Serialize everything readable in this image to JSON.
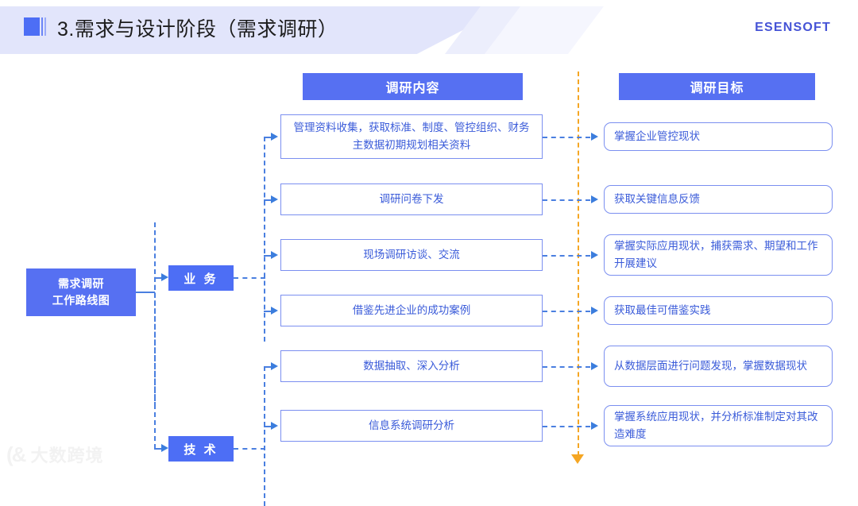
{
  "header": {
    "title": "3.需求与设计阶段（需求调研）",
    "brand": "ESENSOFT",
    "marker_icon": "square-bars-icon"
  },
  "columns": {
    "content_header": "调研内容",
    "goal_header": "调研目标"
  },
  "root": {
    "line1": "需求调研",
    "line2": "工作路线图"
  },
  "branches": [
    {
      "label": "业 务"
    },
    {
      "label": "技 术"
    }
  ],
  "rows": [
    {
      "content": "管理资料收集，获取标准、制度、管控组织、财务主数据初期规划相关资料",
      "goal": "掌握企业管控现状"
    },
    {
      "content": "调研问卷下发",
      "goal": "获取关键信息反馈"
    },
    {
      "content": "现场调研访谈、交流",
      "goal": "掌握实际应用现状，捕获需求、期望和工作开展建议"
    },
    {
      "content": "借鉴先进企业的成功案例",
      "goal": "获取最佳可借鉴实践"
    },
    {
      "content": "数据抽取、深入分析",
      "goal": "从数据层面进行问题发现，掌握数据现状"
    },
    {
      "content": "信息系统调研分析",
      "goal": "掌握系统应用现状，并分析标准制定对其改造难度"
    }
  ],
  "watermark": {
    "glyph": "(&",
    "text": "大数跨境"
  },
  "colors": {
    "accent_blue": "#5670f2",
    "node_blue": "#4d6ef5",
    "box_border": "#7b8ff0",
    "box_text": "#3a5bd9",
    "connector": "#4a7fe0",
    "divider_orange": "#f5a623",
    "header_band": "#e2e5fb",
    "brand": "#4553d6"
  }
}
